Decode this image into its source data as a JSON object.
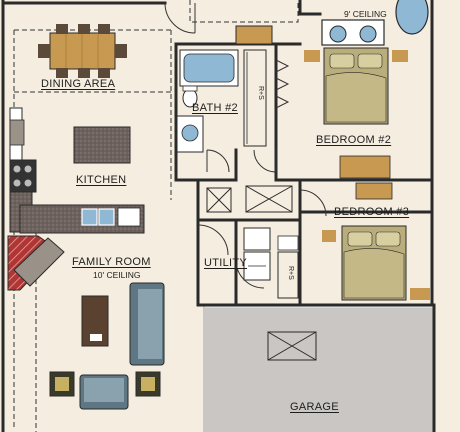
{
  "rooms": {
    "dining": "DINING AREA",
    "kitchen": "KITCHEN",
    "family": "FAMILY ROOM",
    "family_ceiling": "10' CEILING",
    "bath2": "BATH #2",
    "bedroom2": "BEDROOM #2",
    "bedroom3": "BEDROOM #3",
    "utility": "UTILITY",
    "garage": "GARAGE",
    "top_ceiling": "9' CEILING"
  },
  "labels": {
    "linen1": "R+S",
    "linen2": "R+S"
  },
  "colors": {
    "floor": "#f4ede0",
    "wall": "#2a2a2a",
    "garage_floor": "#c9c6c3",
    "counter": "#9a9289",
    "wood": "#c89950",
    "bed": "#b9ad7c",
    "water": "#8fb8d4",
    "fireplace": "#b03535"
  }
}
